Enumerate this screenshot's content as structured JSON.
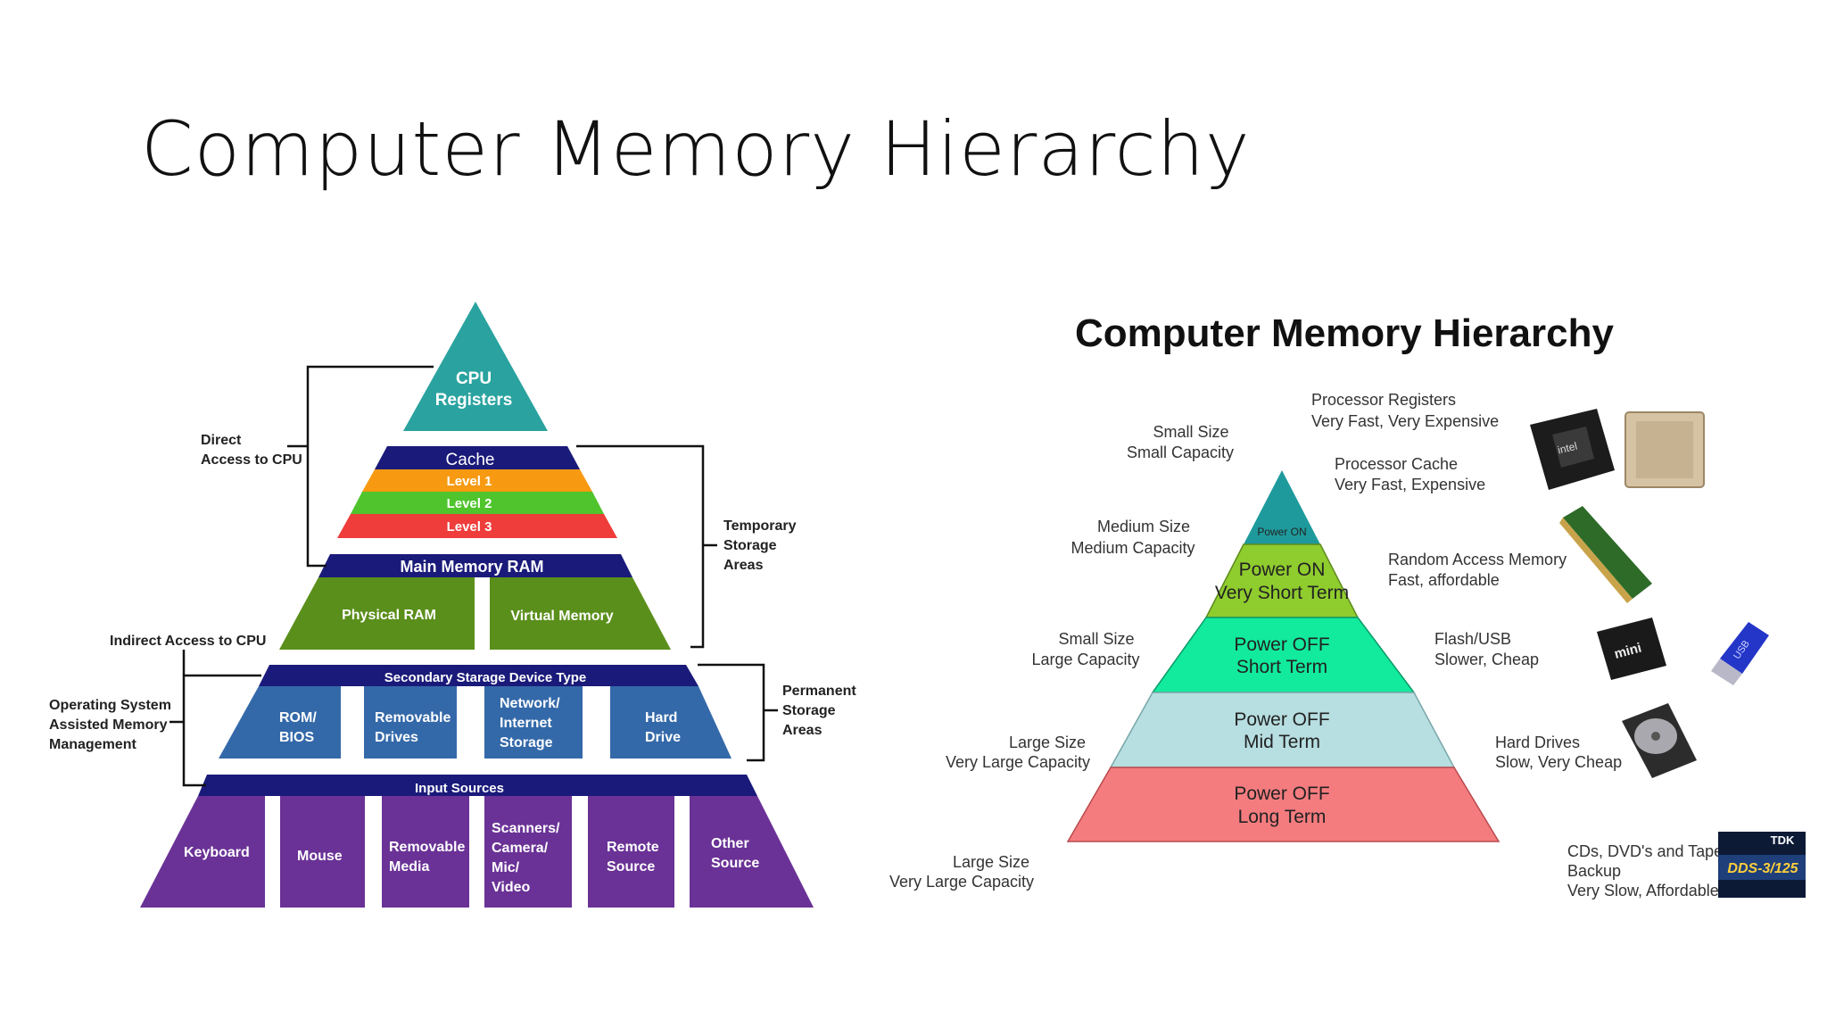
{
  "slide": {
    "title": "Computer Memory Hierarchy"
  },
  "left": {
    "cpu": [
      "CPU",
      "Registers"
    ],
    "cache": {
      "title": "Cache",
      "levels": [
        "Level 1",
        "Level 2",
        "Level 3"
      ]
    },
    "main": {
      "title": "Main Memory RAM",
      "cells": [
        "Physical RAM",
        "Virtual Memory"
      ]
    },
    "secondary": {
      "title": "Secondary Starage Device Type",
      "cells": [
        [
          "ROM/",
          "BIOS"
        ],
        [
          "Removable",
          "Drives"
        ],
        [
          "Network/",
          "Internet",
          "Storage"
        ],
        [
          "Hard",
          "Drive"
        ]
      ]
    },
    "input": {
      "title": "Input Sources",
      "cells": [
        [
          "Keyboard"
        ],
        [
          "Mouse"
        ],
        [
          "Removable",
          "Media"
        ],
        [
          "Scanners/",
          "Camera/",
          "Mic/",
          "Video"
        ],
        [
          "Remote",
          "Source"
        ],
        [
          "Other",
          "Source"
        ]
      ]
    },
    "labels": {
      "direct": [
        "Direct",
        "Access to CPU"
      ],
      "temporary": [
        "Temporary",
        "Storage",
        "Areas"
      ],
      "indirect": [
        "Indirect Access to CPU"
      ],
      "os": [
        "Operating System",
        "Assisted Memory",
        "Management"
      ],
      "permanent": [
        "Permanent",
        "Storage",
        "Areas"
      ]
    },
    "colors": {
      "teal": "#2aa3a0",
      "navy": "#1a1a7a",
      "orange": "#f79a12",
      "green": "#4fc42c",
      "red": "#ee3d3a",
      "olive": "#5a8f1b",
      "blue": "#3469a9",
      "purple": "#6a3296"
    }
  },
  "right": {
    "title": "Computer Memory Hierarchy",
    "layers": [
      [
        "Power ON"
      ],
      [
        "Power ON",
        "Very Short Term"
      ],
      [
        "Power OFF",
        "Short Term"
      ],
      [
        "Power OFF",
        "Mid Term"
      ],
      [
        "Power OFF",
        "Long Term"
      ]
    ],
    "left_labels": [
      [
        "Small Size",
        "Small Capacity"
      ],
      [
        "Medium Size",
        "Medium Capacity"
      ],
      [
        "Small Size",
        "Large Capacity"
      ],
      [
        "Large Size",
        "Very Large Capacity"
      ],
      [
        "Large Size",
        "Very Large Capacity"
      ]
    ],
    "right_labels": [
      [
        "Processor Registers",
        "Very Fast, Very Expensive"
      ],
      [
        "Processor Cache",
        "Very Fast, Expensive"
      ],
      [
        "Random Access Memory",
        "Fast, affordable"
      ],
      [
        "Flash/USB",
        "Slower, Cheap"
      ],
      [
        "Hard Drives",
        "Slow, Very Cheap"
      ],
      [
        "CDs, DVD's and Tape",
        "Backup",
        "Very Slow, Affordable"
      ]
    ],
    "image_labels": {
      "cpu_chip": "intel",
      "flash_card": "mini",
      "usb_stick": "USB",
      "tape_brand": "TDK",
      "tape_model": "DDS-3/125"
    },
    "colors": {
      "l0": "#1f9a9c",
      "l1": "#8fcc2e",
      "l2": "#12ea9e",
      "l3": "#b7dee0",
      "l4": "#f47c7f"
    }
  }
}
